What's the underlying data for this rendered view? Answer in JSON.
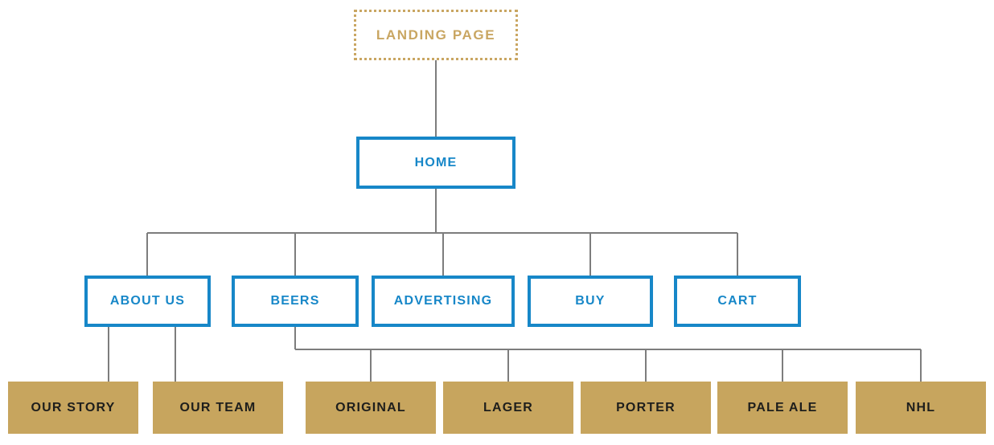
{
  "diagram": {
    "type": "sitemap-tree",
    "colors": {
      "blue": "#1787c8",
      "tan": "#c7a55e",
      "landing_border": "#c9a662",
      "connector": "#7d7d7d",
      "dark_text": "#1e1e1c"
    },
    "nodes": {
      "landing": {
        "label": "LANDING PAGE"
      },
      "home": {
        "label": "HOME"
      },
      "about": {
        "label": "ABOUT US"
      },
      "beers": {
        "label": "BEERS"
      },
      "advertising": {
        "label": "ADVERTISING"
      },
      "buy": {
        "label": "BUY"
      },
      "cart": {
        "label": "CART"
      },
      "our_story": {
        "label": "OUR STORY"
      },
      "our_team": {
        "label": "OUR TEAM"
      },
      "original": {
        "label": "ORIGINAL"
      },
      "lager": {
        "label": "LAGER"
      },
      "porter": {
        "label": "PORTER"
      },
      "pale_ale": {
        "label": "PALE ALE"
      },
      "nhl": {
        "label": "NHL"
      }
    },
    "edges": [
      "landing-home",
      "home-about",
      "home-beers",
      "home-advertising",
      "home-buy",
      "home-cart",
      "about-our_story",
      "about-our_team",
      "beers-original",
      "beers-lager",
      "beers-porter",
      "beers-pale_ale",
      "beers-nhl"
    ]
  }
}
